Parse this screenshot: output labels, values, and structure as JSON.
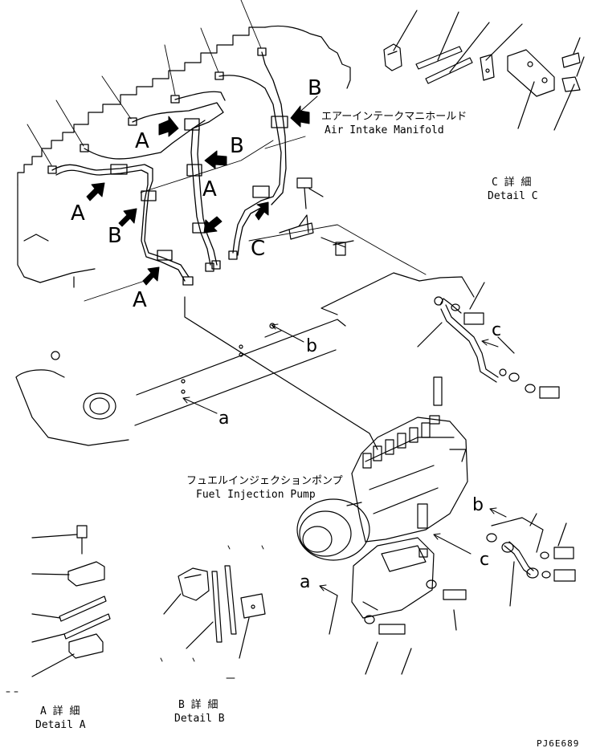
{
  "labels": {
    "air_intake_jp": "エアーインテークマニホールド",
    "air_intake_en": "Air Intake Manifold",
    "fuel_pump_jp": "フュエルインジェクションポンプ",
    "fuel_pump_en": "Fuel Injection Pump",
    "detail_c_jp": "C 詳 細",
    "detail_c_en": "Detail C",
    "detail_a_jp": "A 詳 細",
    "detail_a_en": "Detail A",
    "detail_b_jp": "B 詳 細",
    "detail_b_en": "Detail B",
    "drawing_code": "PJ6E689"
  },
  "callouts": {
    "A": "A",
    "B": "B",
    "C": "C",
    "a": "a",
    "b": "b",
    "c": "c"
  }
}
